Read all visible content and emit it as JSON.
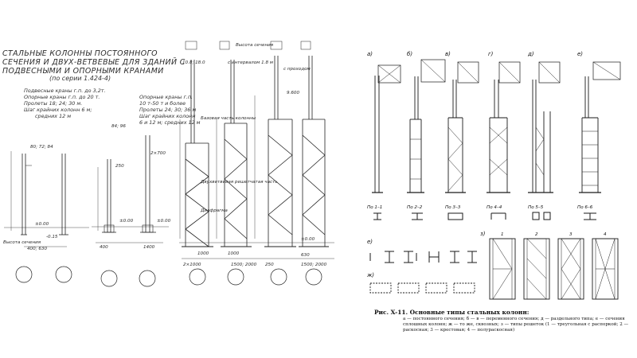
{
  "left": {
    "title": "Стальные колонны постоянного сечения и двух-ветвевые для зданий с подвесными и опорными кранами",
    "series": "(по серии 1.424-4)",
    "notes": [
      "Подвесные краны г.п. до 3,2т.",
      "Опорные краны г.п. до 20 т.",
      "Пролеты 18; 24; 30 м.",
      "Шаг крайних колонн 6 м;",
      "средних 12 м"
    ],
    "crane_notes": [
      "Опорные краны г.п.",
      "10 т-50 т и более",
      "Пролеты 24; 30; 36 м",
      "Шаг крайних колонн",
      "6 и 12 м; средних 12 м"
    ],
    "dims": {
      "d1": "80; 72; 84",
      "d2": "84; 96",
      "d3": "±0.00",
      "d4": "-0.15",
      "d5": "400; 630",
      "d6": "Высота сечения",
      "d7": "±0.00",
      "d8": "±0.00",
      "d9": "250",
      "d10": "2×700",
      "d11": "400",
      "d12": "1400",
      "d13": "10.8; 18.0",
      "d14": "Высота сечения",
      "d15": "9.600",
      "d16": "2×1000",
      "d17": "1000",
      "d18": "1000",
      "d19": "1500; 2000",
      "d20": "250",
      "d21": "1500; 2000",
      "d22": "±0.00",
      "d23": "с интервалом 1.8 м",
      "d24": "с проходом",
      "d25": "630",
      "d26": "Базовая часть колонны",
      "d27": "Двухветвевая решетчатая часть",
      "d28": "Диафрагма"
    }
  },
  "right": {
    "variants": [
      "а)",
      "б)",
      "в)",
      "г)",
      "д)",
      "е)"
    ],
    "sections": [
      "По 1–1",
      "По 2–2",
      "По 3–3",
      "По 4–4",
      "По 5–5",
      "По 6–6"
    ],
    "row_labels": [
      "е)",
      "ж)",
      "з)"
    ],
    "lattice_types": [
      "1",
      "2",
      "3",
      "4"
    ],
    "caption_title": "Рис. X-11. Основные типы стальных колонн:",
    "caption_body": "а — постоянного сечения; б — в — переменного сечения; д — раздельного типа; е — сечения сплошных колонн; ж — то же, сквозных; з — типы решеток (1 — треугольная с распоркой; 2 — раскосная; 3 — крестовая; 4 — полураскосная)"
  }
}
